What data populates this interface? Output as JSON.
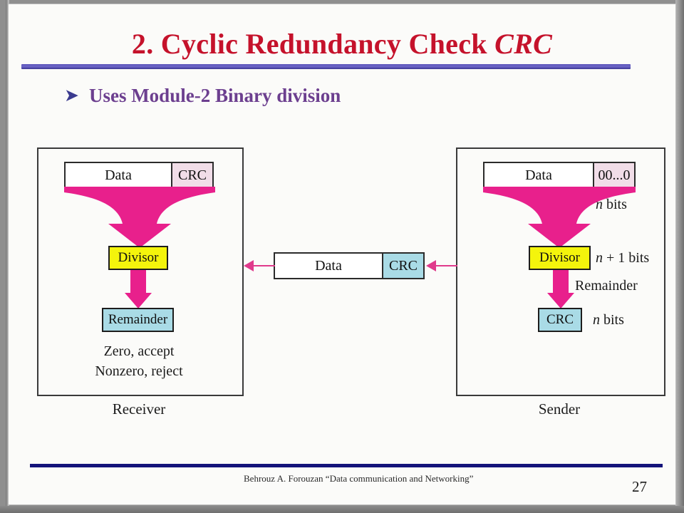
{
  "slide": {
    "title_prefix": "2. Cyclic Redundancy Check ",
    "title_italic": "CRC",
    "bullet_glyph": "➤",
    "bullet_text": "Uses Module-2 Binary division",
    "page_number": "27",
    "footer_credit": "Behrouz A. Forouzan “Data communication and Networking”"
  },
  "colors": {
    "title_red": "#c5122b",
    "bullet_purple": "#6c3f8f",
    "rule_top_blue": "#5a53b8",
    "rule_bottom_navy": "#14137a",
    "arrow_magenta": "#e8208c",
    "divisor_yellow": "#f4f40c",
    "crc_blue": "#a9dbe6",
    "crc_pink": "#f1dde8",
    "page_background": "#fbfbf9"
  },
  "receiver": {
    "caption": "Receiver",
    "frame": {
      "data_label": "Data",
      "tail_label": "CRC"
    },
    "divisor_label": "Divisor",
    "remainder_label": "Remainder",
    "result_accept": "Zero, accept",
    "result_reject": "Nonzero, reject"
  },
  "sender": {
    "caption": "Sender",
    "frame": {
      "data_label": "Data",
      "tail_label": "00...0"
    },
    "divisor_label": "Divisor",
    "crc_label": "CRC",
    "annotations": {
      "n_bits_top_prefix": "n",
      "n_bits_top_suffix": " bits",
      "n_plus_1_prefix": "n",
      "n_plus_1_suffix": " + 1 bits",
      "remainder": "Remainder",
      "n_bits_bottom_prefix": "n",
      "n_bits_bottom_suffix": " bits"
    }
  },
  "transmission": {
    "data_label": "Data",
    "crc_label": "CRC"
  }
}
